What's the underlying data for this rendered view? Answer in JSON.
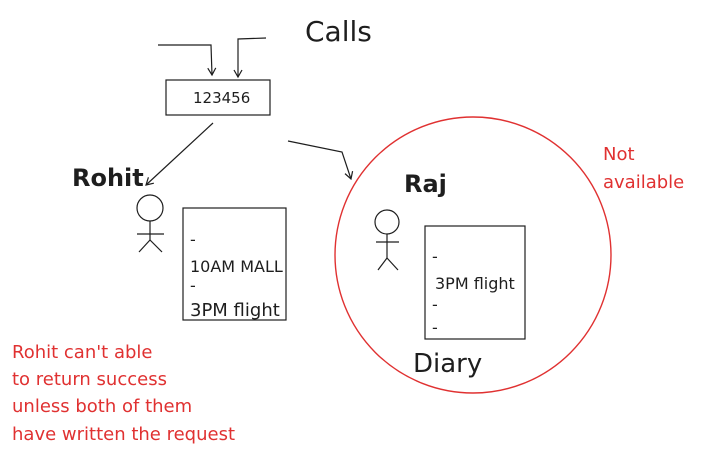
{
  "title": "Calls",
  "phone_number": "123456",
  "rohit": {
    "name": "Rohit",
    "diary_lines": [
      "-",
      "10AM MALL",
      "-",
      "3PM flight"
    ]
  },
  "raj": {
    "name": "Raj",
    "diary_lines": [
      "-",
      "3PM flight",
      "-",
      "-"
    ],
    "status": [
      "Not",
      "available"
    ]
  },
  "diary_label": "Diary",
  "note": [
    "Rohit can't able",
    "to return success",
    "unless both of them",
    "have written the request"
  ],
  "colors": {
    "ink": "#1e1e1e",
    "accent": "#e03131"
  }
}
